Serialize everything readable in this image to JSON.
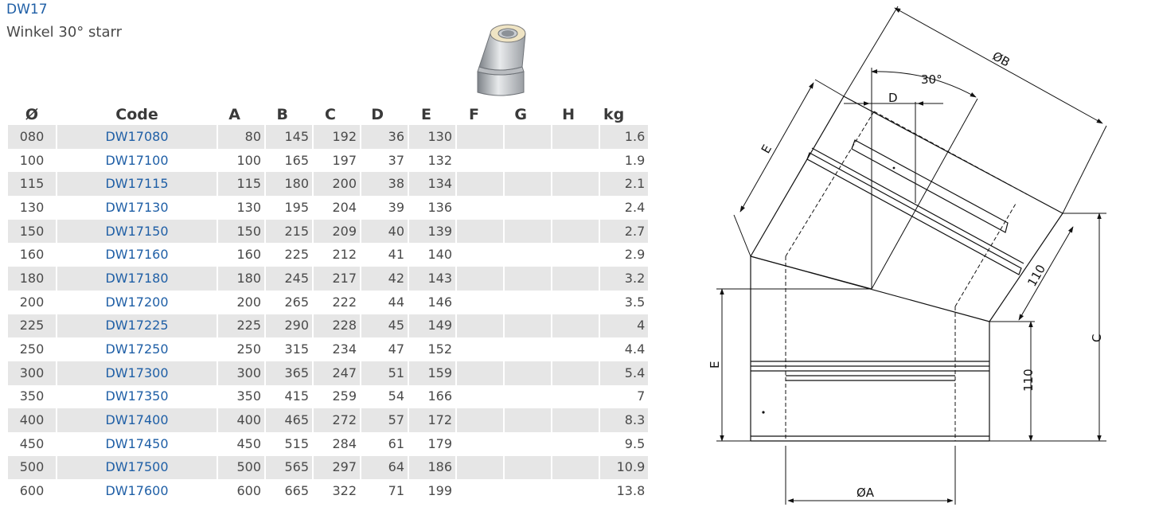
{
  "header": {
    "code": "DW17",
    "title": "Winkel 30° starr"
  },
  "table": {
    "headers": [
      "Ø",
      "Code",
      "A",
      "B",
      "C",
      "D",
      "E",
      "F",
      "G",
      "H",
      "kg"
    ],
    "rows": [
      [
        "080",
        "DW17080",
        "80",
        "145",
        "192",
        "36",
        "130",
        "",
        "",
        "",
        "1.6"
      ],
      [
        "100",
        "DW17100",
        "100",
        "165",
        "197",
        "37",
        "132",
        "",
        "",
        "",
        "1.9"
      ],
      [
        "115",
        "DW17115",
        "115",
        "180",
        "200",
        "38",
        "134",
        "",
        "",
        "",
        "2.1"
      ],
      [
        "130",
        "DW17130",
        "130",
        "195",
        "204",
        "39",
        "136",
        "",
        "",
        "",
        "2.4"
      ],
      [
        "150",
        "DW17150",
        "150",
        "215",
        "209",
        "40",
        "139",
        "",
        "",
        "",
        "2.7"
      ],
      [
        "160",
        "DW17160",
        "160",
        "225",
        "212",
        "41",
        "140",
        "",
        "",
        "",
        "2.9"
      ],
      [
        "180",
        "DW17180",
        "180",
        "245",
        "217",
        "42",
        "143",
        "",
        "",
        "",
        "3.2"
      ],
      [
        "200",
        "DW17200",
        "200",
        "265",
        "222",
        "44",
        "146",
        "",
        "",
        "",
        "3.5"
      ],
      [
        "225",
        "DW17225",
        "225",
        "290",
        "228",
        "45",
        "149",
        "",
        "",
        "",
        "4"
      ],
      [
        "250",
        "DW17250",
        "250",
        "315",
        "234",
        "47",
        "152",
        "",
        "",
        "",
        "4.4"
      ],
      [
        "300",
        "DW17300",
        "300",
        "365",
        "247",
        "51",
        "159",
        "",
        "",
        "",
        "5.4"
      ],
      [
        "350",
        "DW17350",
        "350",
        "415",
        "259",
        "54",
        "166",
        "",
        "",
        "",
        "7"
      ],
      [
        "400",
        "DW17400",
        "400",
        "465",
        "272",
        "57",
        "172",
        "",
        "",
        "",
        "8.3"
      ],
      [
        "450",
        "DW17450",
        "450",
        "515",
        "284",
        "61",
        "179",
        "",
        "",
        "",
        "9.5"
      ],
      [
        "500",
        "DW17500",
        "500",
        "565",
        "297",
        "64",
        "186",
        "",
        "",
        "",
        "10.9"
      ],
      [
        "600",
        "DW17600",
        "600",
        "665",
        "322",
        "71",
        "199",
        "",
        "",
        "",
        "13.8"
      ]
    ]
  },
  "drawing": {
    "label_b": "ØB",
    "label_angle": "30°",
    "label_d": "D",
    "label_e_top": "E",
    "label_110_top": "110",
    "label_c": "C",
    "label_e_left": "E",
    "label_110_bottom": "110",
    "label_a": "ØA"
  }
}
